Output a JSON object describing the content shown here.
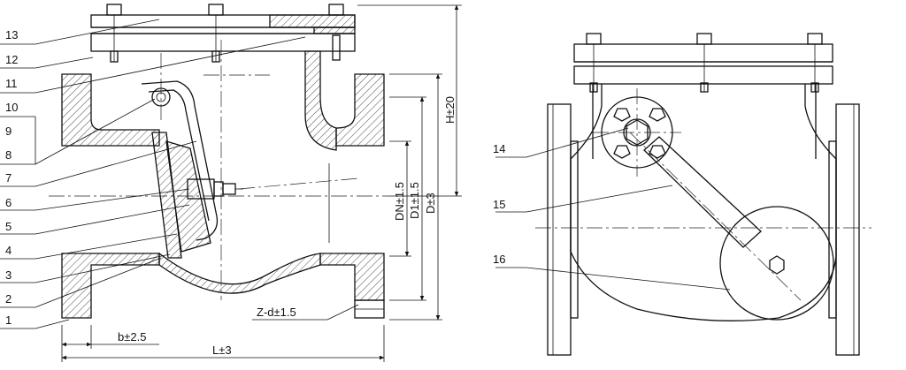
{
  "part_numbers": [
    "1",
    "2",
    "3",
    "4",
    "5",
    "6",
    "7",
    "8",
    "9",
    "10",
    "11",
    "12",
    "13",
    "14",
    "15",
    "16"
  ],
  "dimensions": {
    "h": "H±20",
    "dn": "DN±1.5",
    "d1": "D1±1.5",
    "d": "D±3",
    "zd": "Z-d±1.5",
    "b": "b±2.5",
    "l": "L±3"
  }
}
